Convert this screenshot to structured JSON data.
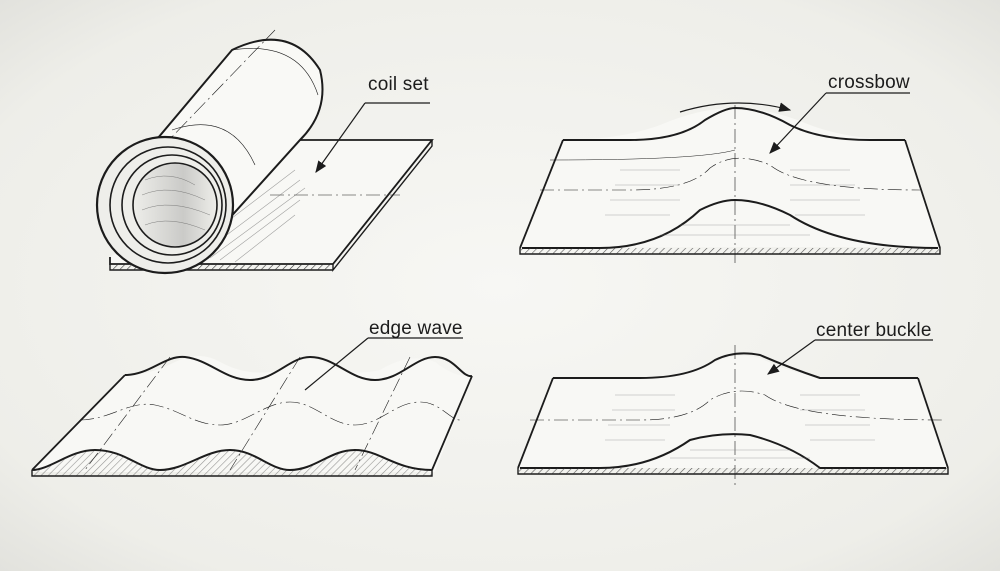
{
  "diagram": {
    "panels": [
      {
        "id": "coil-set",
        "label": "coil set"
      },
      {
        "id": "crossbow",
        "label": "crossbow"
      },
      {
        "id": "edge-wave",
        "label": "edge wave"
      },
      {
        "id": "center-buckle",
        "label": "center buckle"
      }
    ],
    "colors": {
      "ink": "#1c1c1c",
      "paper": "#f3f3ef",
      "hatch": "#555555"
    }
  }
}
